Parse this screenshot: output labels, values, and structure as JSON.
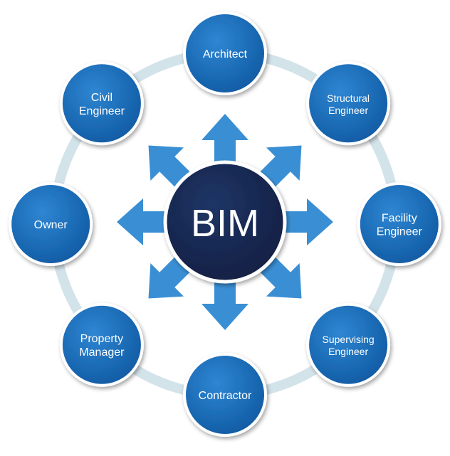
{
  "hub": {
    "label": "BIM",
    "color": "#16284f"
  },
  "colors": {
    "node_fill": "#1565b0",
    "node_fill_light": "#2c7fcb",
    "node_stroke": "#0e3e78",
    "ring": "#d3e3ea",
    "arrow": "#3a8fd4"
  },
  "nodes": [
    {
      "id": "architect",
      "lines": [
        "Architect"
      ]
    },
    {
      "id": "structural-engineer",
      "lines": [
        "Structural",
        "Engineer"
      ],
      "small": true
    },
    {
      "id": "facility-engineer",
      "lines": [
        "Facility",
        "Engineer"
      ]
    },
    {
      "id": "supervising-engineer",
      "lines": [
        "Supervising",
        "Engineer"
      ],
      "small": true
    },
    {
      "id": "contractor",
      "lines": [
        "Contractor"
      ]
    },
    {
      "id": "property-manager",
      "lines": [
        "Property",
        "Manager"
      ]
    },
    {
      "id": "owner",
      "lines": [
        "Owner"
      ]
    },
    {
      "id": "civil-engineer",
      "lines": [
        "Civil",
        "Engineer"
      ]
    }
  ],
  "arrows": [
    "up",
    "up-right",
    "right",
    "down-right",
    "down",
    "down-left",
    "left",
    "up-left"
  ]
}
